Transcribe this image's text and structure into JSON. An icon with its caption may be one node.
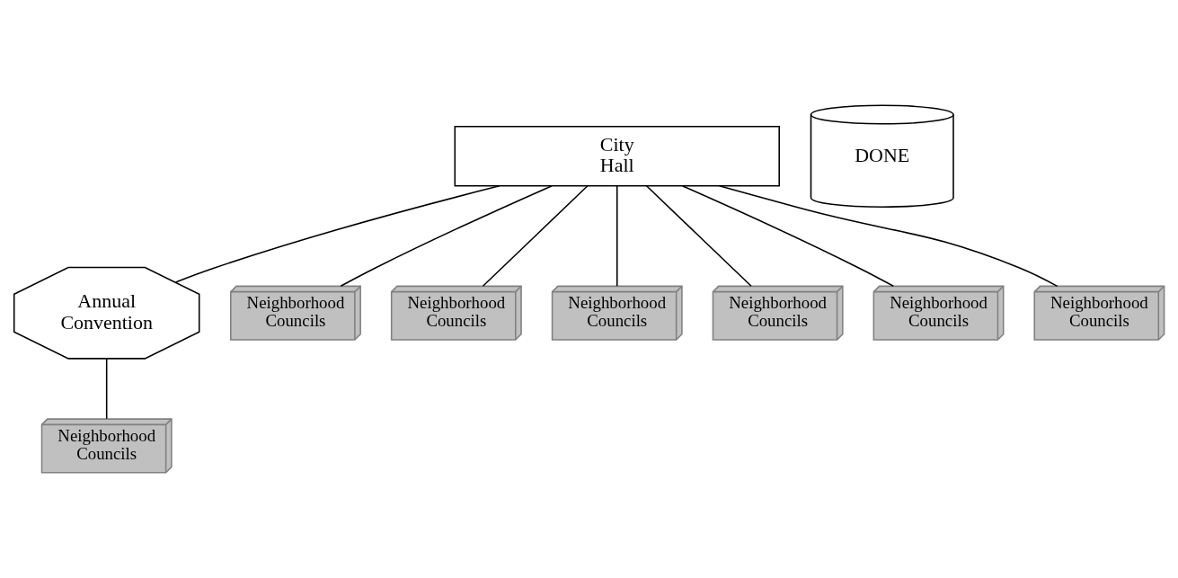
{
  "diagram": {
    "nodes": [
      {
        "text": [
          "City Hall"
        ]
      },
      {
        "text": [
          "Annual Convention"
        ]
      },
      {
        "text": [
          "DONE"
        ]
      },
      {
        "text": [
          "Neighborhood Councils"
        ]
      },
      {
        "text": [
          "Neighborhood Councils"
        ]
      },
      {
        "text": [
          "Neighborhood Councils"
        ]
      },
      {
        "text": [
          "Neighborhood Councils"
        ]
      },
      {
        "text": [
          "Neighborhood Councils"
        ]
      },
      {
        "text": [
          "Neighborhood Councils"
        ]
      },
      {
        "text": [
          "Neighborhood Councils"
        ]
      }
    ],
    "edges": [
      {
        "from": 0,
        "to": 1,
        "arrow": "none"
      },
      {
        "from": 1,
        "to": 6,
        "arrow": "none"
      },
      {
        "from": 0,
        "to": 4,
        "arrow": "none"
      },
      {
        "from": 0,
        "to": 3,
        "arrow": "none"
      },
      {
        "from": 0,
        "to": 7,
        "arrow": "none"
      },
      {
        "from": 0,
        "to": 8,
        "arrow": "none"
      },
      {
        "from": 0,
        "to": 9,
        "arrow": "none"
      },
      {
        "from": 0,
        "to": 5,
        "arrow": "none"
      }
    ]
  }
}
